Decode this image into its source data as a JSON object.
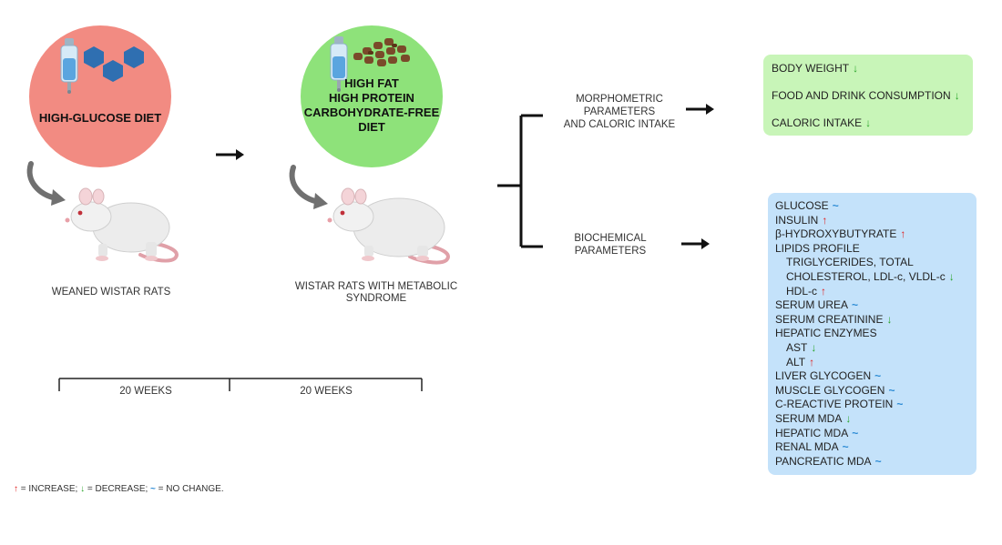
{
  "diets": {
    "glucose_label": "HIGH-GLUCOSE DIET",
    "fat_label_1": "HIGH FAT",
    "fat_label_2": "HIGH PROTEIN",
    "fat_label_3": "CARBOHYDRATE-FREE",
    "fat_label_4": "DIET"
  },
  "rats": {
    "weaned": "WEANED WISTAR RATS",
    "metabolic_1": "WISTAR RATS WITH METABOLIC",
    "metabolic_2": "SYNDROME"
  },
  "timeline": {
    "first": "20 WEEKS",
    "second": "20 WEEKS"
  },
  "branches": {
    "morpho_1": "MORPHOMETRIC",
    "morpho_2": "PARAMETERS",
    "morpho_3": "AND CALORIC INTAKE",
    "bio_1": "BIOCHEMICAL",
    "bio_2": "PARAMETERS"
  },
  "morpho_results": [
    {
      "label": "BODY WEIGHT",
      "sym": "↓",
      "kind": "down"
    },
    {
      "label": "FOOD AND DRINK CONSUMPTION",
      "sym": "↓",
      "kind": "down"
    },
    {
      "label": "CALORIC INTAKE",
      "sym": "↓",
      "kind": "down"
    }
  ],
  "bio_results": [
    {
      "label": "GLUCOSE",
      "sym": "~",
      "kind": "same"
    },
    {
      "label": "INSULIN",
      "sym": "↑",
      "kind": "up"
    },
    {
      "label": "β-HYDROXYBUTYRATE",
      "sym": "↑",
      "kind": "up"
    },
    {
      "label": "LIPIDS PROFILE",
      "sym": "",
      "kind": ""
    },
    {
      "label": "TRIGLYCERIDES, TOTAL",
      "sym": "",
      "kind": ""
    },
    {
      "label": "CHOLESTEROL, LDL-c, VLDL-c",
      "sym": "↓",
      "kind": "down"
    },
    {
      "label": "HDL-c",
      "sym": "↑",
      "kind": "up"
    },
    {
      "label": "SERUM UREA",
      "sym": "~",
      "kind": "same"
    },
    {
      "label": "SERUM CREATININE",
      "sym": "↓",
      "kind": "down"
    },
    {
      "label": "HEPATIC ENZYMES",
      "sym": "",
      "kind": ""
    },
    {
      "label": "AST",
      "sym": "↓",
      "kind": "down"
    },
    {
      "label": "ALT",
      "sym": "↑",
      "kind": "up"
    },
    {
      "label": "LIVER GLYCOGEN",
      "sym": "~",
      "kind": "same"
    },
    {
      "label": "MUSCLE GLYCOGEN",
      "sym": "~",
      "kind": "same"
    },
    {
      "label": "C-REACTIVE PROTEIN",
      "sym": "~",
      "kind": "same"
    },
    {
      "label": "SERUM MDA",
      "sym": "↓",
      "kind": "down"
    },
    {
      "label": "HEPATIC MDA",
      "sym": "~",
      "kind": "same"
    },
    {
      "label": "RENAL MDA",
      "sym": "~",
      "kind": "same"
    },
    {
      "label": "PANCREATIC MDA",
      "sym": "~",
      "kind": "same"
    }
  ],
  "legend": {
    "up_sym": "↑",
    "up_text": " = INCREASE; ",
    "down_sym": "↓",
    "down_text": " = DECREASE; ",
    "same_sym": "~",
    "same_text": " = NO CHANGE."
  },
  "colors": {
    "glucose_circle": "#f28b82",
    "fat_circle": "#8ee27a",
    "morpho_box": "#c8f5b8",
    "bio_box": "#c4e2fa",
    "increase": "#e02020",
    "decrease": "#2aa52a",
    "no_change": "#2a8ad4"
  }
}
